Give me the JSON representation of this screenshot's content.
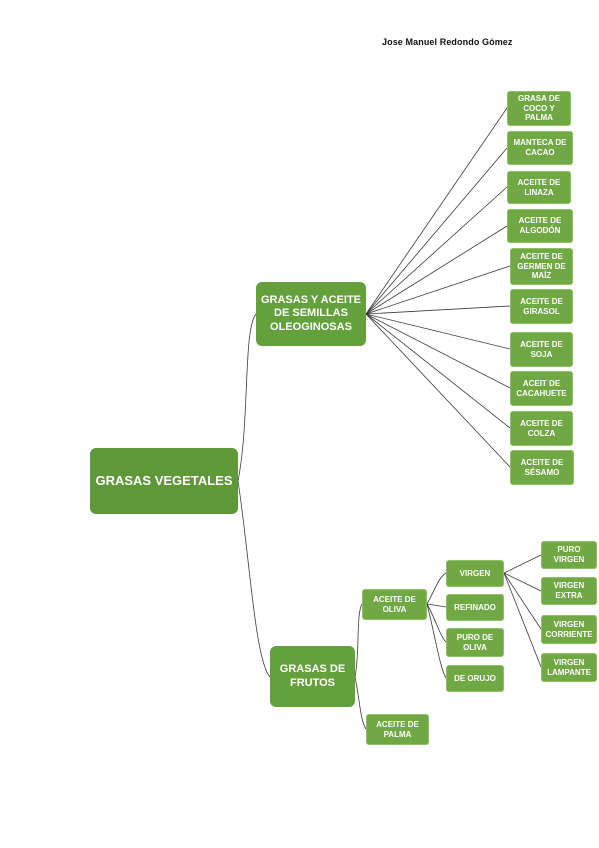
{
  "author": "Jose Manuel Redondo Gómez",
  "colors": {
    "node_fill": "#70a844",
    "root_fill": "#5f9838",
    "line": "#3a3a3a"
  },
  "root": {
    "label": "GRASAS VEGETALES"
  },
  "branches": {
    "semillas": {
      "label": "GRASAS Y ACEITE\nDE SEMILLAS\nOLEOGINOSAS",
      "items": [
        "GRASA DE\nCOCO Y\nPALMA",
        "MANTECA DE\nCACAO",
        "ACEITE DE\nLINAZA",
        "ACEITE DE\nALGODÓN",
        "ACEITE DE\nGERMEN DE\nMAÍZ",
        "ACEITE DE\nGIRASOL",
        "ACEITE DE\nSOJA",
        "ACEIT DE\nCACAHUETE",
        "ACEITE DE\nCOLZA",
        "ACEITE DE\nSÉSAMO"
      ]
    },
    "frutos": {
      "label": "GRASAS DE\nFRUTOS",
      "oliva": {
        "label": "ACEITE DE\nOLIVA",
        "types": [
          "VIRGEN",
          "REFINADO",
          "PURO DE\nOLIVA",
          "DE ORUJO"
        ],
        "virgen_types": [
          "PURO\nVIRGEN",
          "VIRGEN\nEXTRA",
          "VIRGEN\nCORRIENTE",
          "VIRGEN\nLAMPANTE"
        ]
      },
      "palma": {
        "label": "ACEITE DE\nPALMA"
      }
    }
  }
}
